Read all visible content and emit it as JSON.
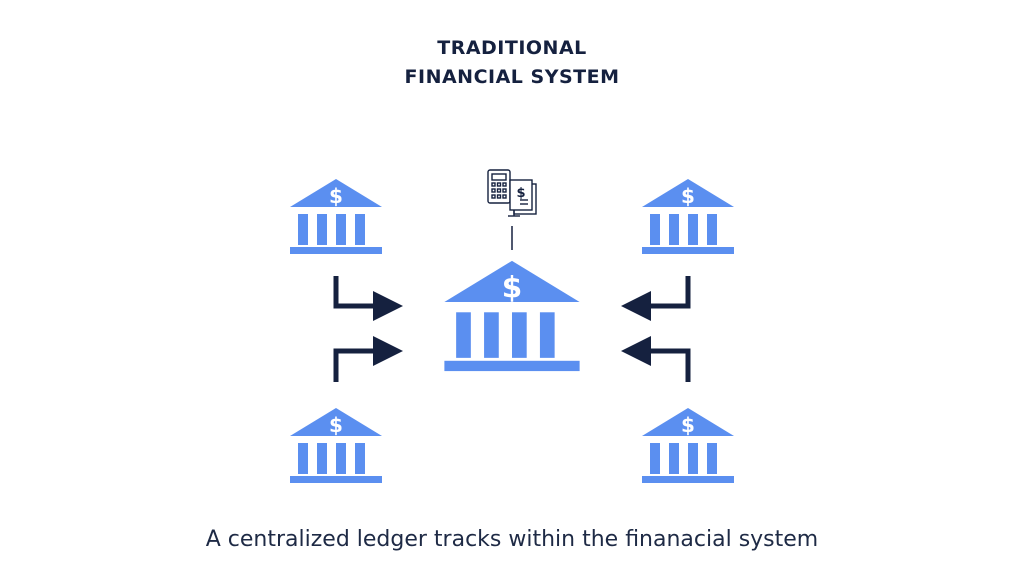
{
  "title": {
    "line1": "TRADITIONAL",
    "line2": "FINANCIAL SYSTEM"
  },
  "caption": "A centralized ledger tracks within the finanacial system",
  "bank_symbol": "$",
  "ledger_symbol": "$",
  "icons": {
    "bank": "bank-icon",
    "ledger": "calculator-ledger-icon",
    "arrow": "elbow-arrow-icon"
  },
  "colors": {
    "bank": "#5b8ff0",
    "arrow": "#15213f",
    "text": "#15213f"
  }
}
